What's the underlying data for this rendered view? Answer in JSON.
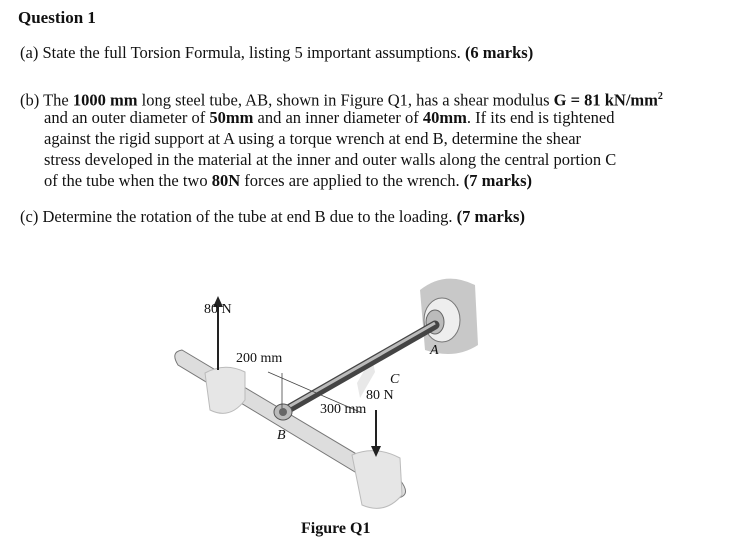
{
  "heading": "Question 1",
  "part_a": {
    "label": "(a)",
    "text": "State the full Torsion Formula, listing 5 important assumptions.",
    "marks": "(6 marks)"
  },
  "part_b": {
    "label": "(b)",
    "l1_a": "The ",
    "l1_b": "1000 mm",
    "l1_c": " long steel tube, AB, shown in Figure Q1, has a shear modulus ",
    "l1_d": "G = 81 kN/mm",
    "l1_sup": "2",
    "l2_a": "and an outer diameter of ",
    "l2_b": "50mm",
    "l2_c": " and an inner diameter of ",
    "l2_d": "40mm",
    "l2_e": ".  If its end is tightened",
    "l3": "against the rigid support at A using a torque wrench at end B, determine the shear",
    "l4": "stress developed in the material at the inner and outer walls along the central portion C",
    "l5_a": "of the tube when the two ",
    "l5_b": "80N",
    "l5_c": " forces are applied to the wrench. ",
    "marks": "(7 marks)"
  },
  "part_c": {
    "label": "(c)",
    "text": "Determine the rotation of the tube at end B due to the loading. ",
    "marks": "(7 marks)"
  },
  "figure": {
    "force_left": "80 N",
    "force_right": "80 N",
    "dim_left": "200 mm",
    "dim_right": "300 mm",
    "point_a": "A",
    "point_b": "B",
    "point_c": "C",
    "caption": "Figure Q1"
  }
}
